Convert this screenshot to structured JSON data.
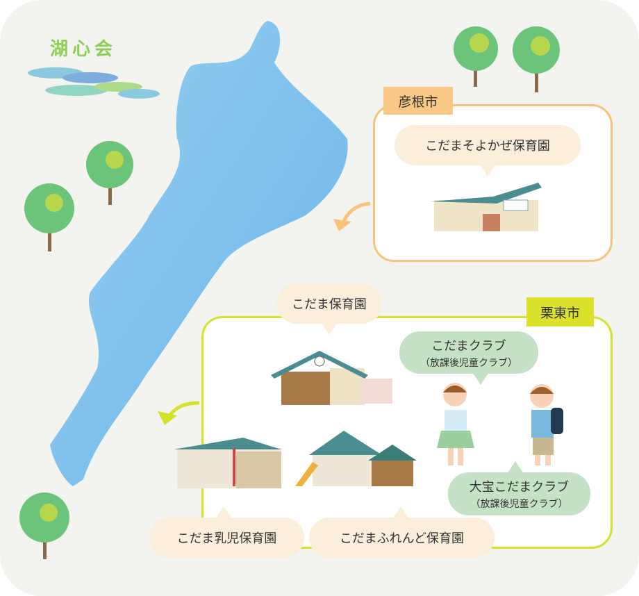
{
  "logo": {
    "text": "湖心会"
  },
  "hikone": {
    "label": "彦根市",
    "facilities": [
      {
        "name": "こだまそよかぜ保育園"
      }
    ]
  },
  "ritto": {
    "label": "栗東市",
    "facilities": [
      {
        "name": "こだま保育園"
      },
      {
        "name": "こだまクラブ",
        "sub": "（放課後児童クラブ）"
      },
      {
        "name": "大宝こだまクラブ",
        "sub": "（放課後児童クラブ）"
      },
      {
        "name": "こだま乳児保育園"
      },
      {
        "name": "こだまふれんど保育園"
      }
    ]
  },
  "colors": {
    "hikone": "#f8c27a",
    "ritto": "#d6e12a",
    "lake": "#7cc0ec"
  }
}
